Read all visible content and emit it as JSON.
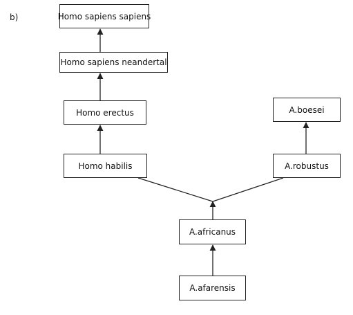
{
  "figure_label": "b)",
  "nodes": {
    "homo_sapiens_sapiens": "Homo sapiens sapiens",
    "homo_sapiens_neandertal": "Homo sapiens neandertal",
    "homo_erectus": "Homo erectus",
    "homo_habilis": "Homo habilis",
    "a_boesei": "A.boesei",
    "a_robustus": "A.robustus",
    "a_africanus": "A.africanus",
    "a_afarensis": "A.afarensis"
  },
  "colors": {
    "line": "#222222",
    "background": "#ffffff"
  }
}
